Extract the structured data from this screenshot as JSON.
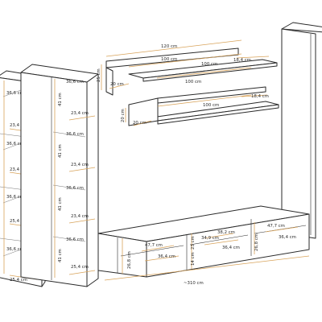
{
  "colors": {
    "outline": "#2a2a2a",
    "dimension_line": "#d8a35a",
    "background": "#ffffff"
  },
  "left_cabinet": {
    "heights": [
      "36,6 cm",
      "36,6 cm",
      "36,6 cm",
      "36,6 cm"
    ],
    "depths": [
      "23,4 cm",
      "23,4 cm",
      "25,4 cm",
      "25,4 cm"
    ]
  },
  "second_cabinet": {
    "heights": [
      "36,6 cm",
      "36,6 cm",
      "36,6 cm",
      "36,6 cm"
    ],
    "inner_heights": [
      "41 cm",
      "41 cm",
      "41 cm",
      "41 cm"
    ],
    "depths": [
      "23,4 cm",
      "23,4 cm",
      "23,4 cm",
      "25,4 cm"
    ]
  },
  "upper_shelf": {
    "width": "120 cm",
    "board_front": "100 cm",
    "board_back": "100 cm",
    "depth": "18,4 cm",
    "height": "25 cm",
    "side_depth": "20 cm"
  },
  "lower_shelf": {
    "board_front": "100 cm",
    "depth": "18,4 cm",
    "height": "20 cm",
    "side_depth": "20 cm"
  },
  "tv_stand": {
    "left_width": "47,7 cm",
    "left_depth": "36,4 cm",
    "left_height": "26,8 cm",
    "middle_inner_height": "14 cm",
    "middle_height_small": "23 cm",
    "middle_width_a": "34,9 cm",
    "middle_width_b": "38,2 cm",
    "middle_depth": "36,4 cm",
    "right_width": "47,7 cm",
    "right_depth": "36,4 cm",
    "right_height": "26,8 cm",
    "total_width": "~310 cm"
  }
}
